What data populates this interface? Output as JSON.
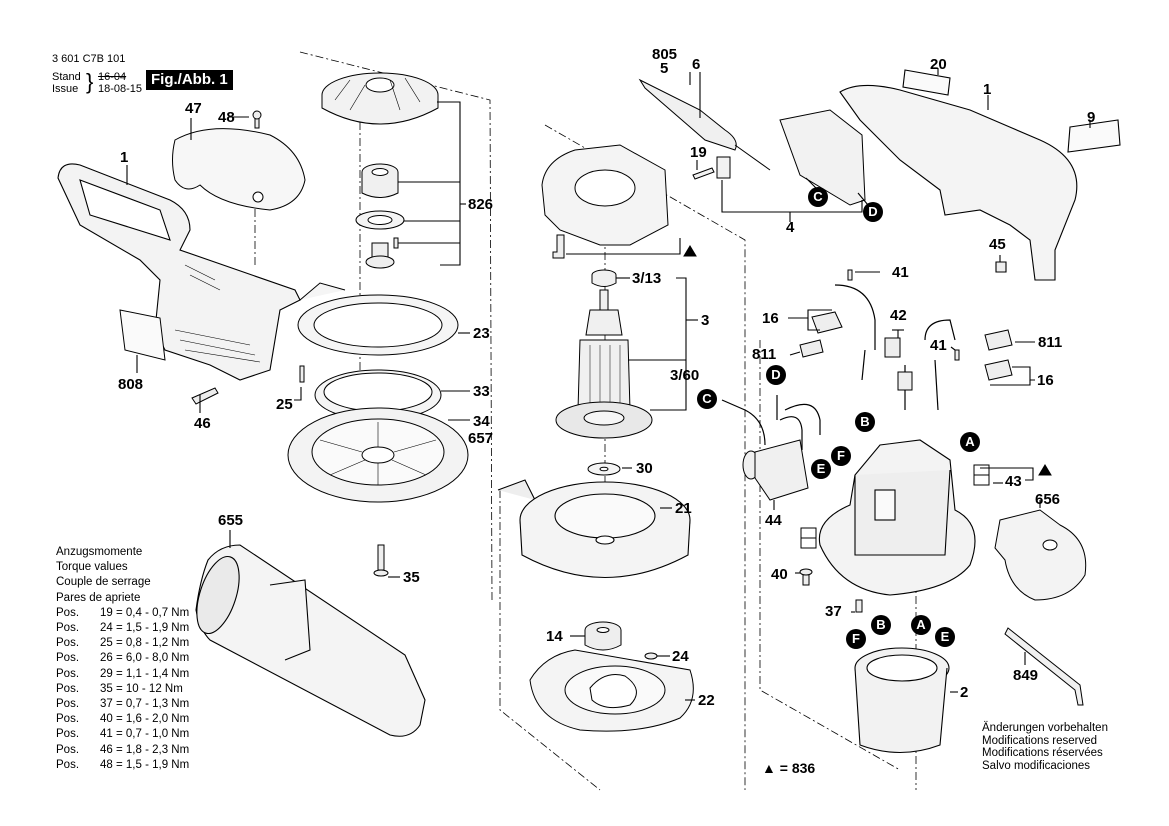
{
  "header": {
    "part_number": "3 601 C7B 101",
    "stand_label": "Stand",
    "issue_label": "Issue",
    "old_date": "16-04",
    "date": "18-08-15",
    "figure_label": "Fig./Abb. 1"
  },
  "torque_table": {
    "titles": [
      "Anzugsmomente",
      "Torque values",
      "Couple de serrage",
      "Pares de apriete"
    ],
    "rows": [
      {
        "prefix": "Pos.",
        "pos": "19",
        "value": "= 0,4 - 0,7 Nm"
      },
      {
        "prefix": "Pos.",
        "pos": "24",
        "value": "= 1,5 - 1,9 Nm"
      },
      {
        "prefix": "Pos.",
        "pos": "25",
        "value": "= 0,8 - 1,2 Nm"
      },
      {
        "prefix": "Pos.",
        "pos": "26",
        "value": "= 6,0 - 8,0 Nm"
      },
      {
        "prefix": "Pos.",
        "pos": "29",
        "value": "= 1,1 - 1,4 Nm"
      },
      {
        "prefix": "Pos.",
        "pos": "35",
        "value": "= 10  -  12 Nm"
      },
      {
        "prefix": "Pos.",
        "pos": "37",
        "value": "= 0,7 - 1,3 Nm"
      },
      {
        "prefix": "Pos.",
        "pos": "40",
        "value": "= 1,6 - 2,0 Nm"
      },
      {
        "prefix": "Pos.",
        "pos": "41",
        "value": "= 0,7 - 1,0 Nm"
      },
      {
        "prefix": "Pos.",
        "pos": "46",
        "value": "= 1,8 - 2,3 Nm"
      },
      {
        "prefix": "Pos.",
        "pos": "48",
        "value": "= 1,5 - 1,9 Nm"
      }
    ]
  },
  "modifications": [
    "Änderungen vorbehalten",
    "Modifications reserved",
    "Modifications réservées",
    "Salvo modificaciones"
  ],
  "legend": {
    "symbol": "▲",
    "text": "= 836"
  },
  "callouts": {
    "c1a": "1",
    "c47": "47",
    "c48": "48",
    "c808": "808",
    "c46": "46",
    "c25": "25",
    "c826": "826",
    "c23": "23",
    "c33": "33",
    "c34": "34",
    "c657": "657",
    "c35": "35",
    "c655": "655",
    "c313": "3/13",
    "c3": "3",
    "c360": "3/60",
    "c30": "30",
    "c21": "21",
    "c14": "14",
    "c24": "24",
    "c22": "22",
    "c805": "805",
    "c5": "5",
    "c6": "6",
    "c19": "19",
    "c4": "4",
    "c20": "20",
    "c1b": "1",
    "c9": "9",
    "c45": "45",
    "c41a": "41",
    "c16a": "16",
    "c42": "42",
    "c811a": "811",
    "c41b": "41",
    "c811b": "811",
    "c16b": "16",
    "c43": "43",
    "c656": "656",
    "c44": "44",
    "c40": "40",
    "c37": "37",
    "c2": "2",
    "c849": "849"
  },
  "connectors": {
    "C1": "C",
    "D1": "D",
    "C2": "C",
    "D2": "D",
    "B1": "B",
    "A1": "A",
    "E1": "E",
    "F1": "F",
    "F2": "F",
    "B2": "B",
    "A2": "A",
    "E2": "E"
  },
  "symbols": {
    "triangle": "▲"
  }
}
